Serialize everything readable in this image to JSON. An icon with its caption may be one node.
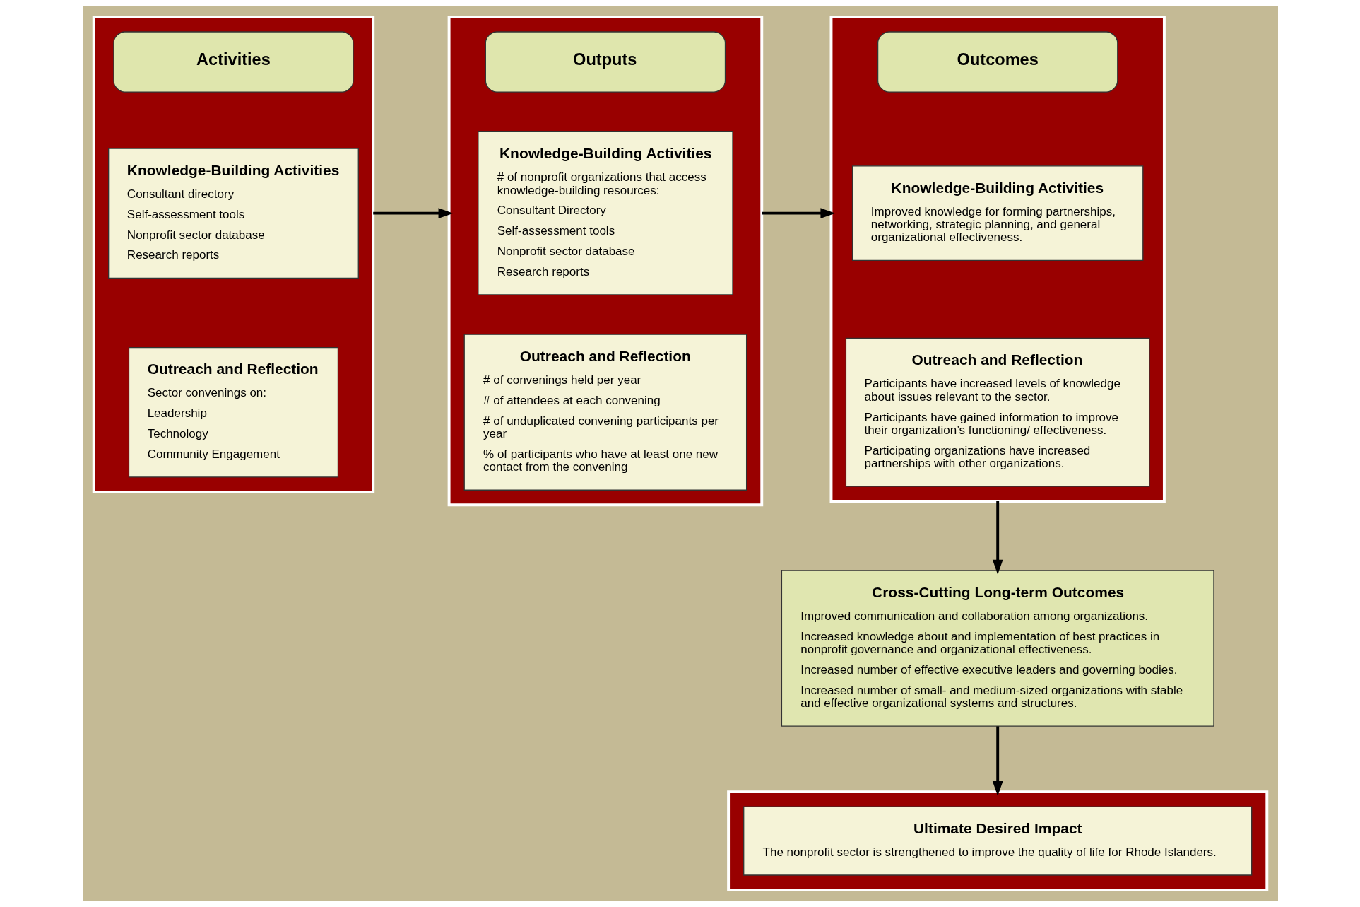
{
  "diagram": {
    "nodes": [
      {
        "text": [],
        "shape": "box"
      },
      {
        "text": [
          "Activities"
        ],
        "in": 0
      },
      {
        "text": [
          "Knowledge-Building Activities",
          "Consultant directory",
          "Self-assessment tools",
          "Nonprofit sector database",
          "Research reports"
        ],
        "in": 0
      },
      {
        "text": [
          "Outreach and Reflection",
          "Sector convenings on:",
          "Leadership",
          "Technology",
          "Community Engagement"
        ],
        "in": 0
      },
      {
        "text": [],
        "shape": "box"
      },
      {
        "text": [
          "Outputs"
        ],
        "in": 4
      },
      {
        "text": [
          "Knowledge-Building Activities",
          "# of nonprofit organizations that access knowledge-building resources:",
          "Consultant Directory",
          "Self-assessment tools",
          "Nonprofit sector database",
          "Research reports"
        ],
        "in": 4
      },
      {
        "text": [
          "Outreach and Reflection",
          "# of convenings held per year",
          "# of attendees at each convening",
          "# of unduplicated convening participants per year",
          "% of participants who have at least one new contact from the convening"
        ],
        "in": 4
      },
      {
        "text": [],
        "shape": "box"
      },
      {
        "text": [
          "Outcomes"
        ],
        "in": 8
      },
      {
        "text": [
          "Knowledge-Building Activities",
          "Improved knowledge for forming partnerships, networking, strategic planning, and general organizational effectiveness."
        ],
        "in": 8
      },
      {
        "text": [
          "Outreach and Reflection",
          "Participants have increased levels of knowledge about issues relevant to the sector.",
          "Participants have gained information to improve their organization’s functioning/ effectiveness.",
          "Participating organizations have increased partnerships with other organizations."
        ],
        "in": 8
      },
      {
        "text": [
          "Cross-Cutting Long-term Outcomes",
          "Improved communication and collaboration among organizations.",
          "Increased knowledge about and implementation of best practices in nonprofit governance and organizational effectiveness.",
          "Increased number of effective executive leaders and governing bodies.",
          "Increased number of small- and medium-sized organizations with stable and effective organizational systems and structures."
        ]
      },
      {
        "text": [],
        "shape": "box"
      },
      {
        "text": [
          "Ultimate Desired Impact",
          "The nonprofit sector is strengthened to improve the quality of life for Rhode Islanders."
        ],
        "in": 13
      }
    ],
    "edges": [
      {
        "from": 0,
        "to": 4,
        "arrow": "to"
      },
      {
        "from": 4,
        "to": 8,
        "arrow": "to"
      },
      {
        "from": 8,
        "to": 12,
        "arrow": "to"
      },
      {
        "from": 12,
        "to": 13,
        "arrow": "to"
      }
    ]
  }
}
